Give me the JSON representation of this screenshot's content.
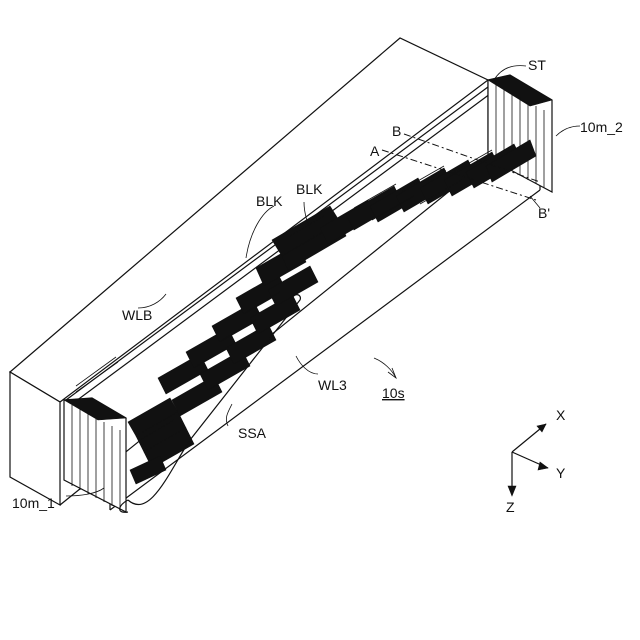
{
  "labels": {
    "st": "ST",
    "b": "B",
    "a": "A",
    "m2": "10m_2",
    "bprime": "B'",
    "blk1": "BLK",
    "blk2": "BLK",
    "wlb": "WLB",
    "wl3": "WL3",
    "s10": "10s",
    "ssa": "SSA",
    "m1": "10m_1"
  },
  "axes": {
    "x": "X",
    "y": "Y",
    "z": "Z"
  },
  "colors": {
    "ink": "#111111",
    "paper": "#ffffff"
  }
}
